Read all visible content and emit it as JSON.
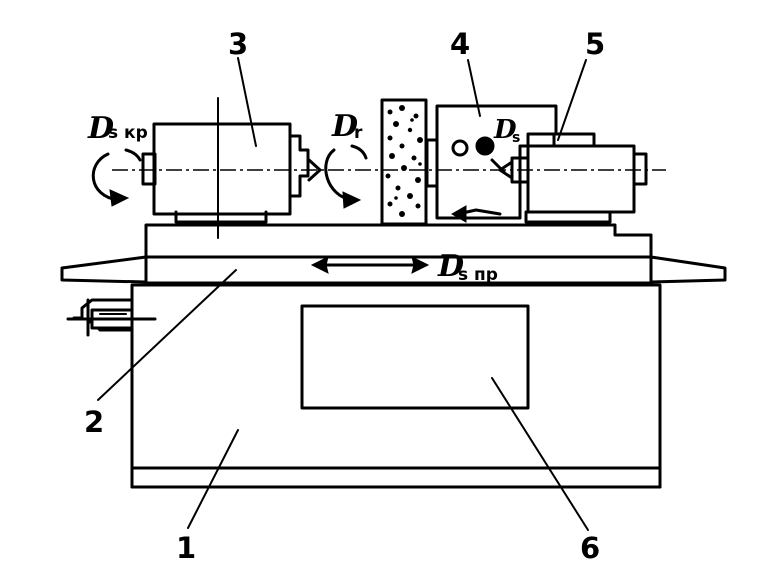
{
  "callouts": {
    "c1": "1",
    "c2": "2",
    "c3": "3",
    "c4": "4",
    "c5": "5",
    "c6": "6"
  },
  "motions": {
    "workpiece_rotation": {
      "symbol": "D",
      "subscript": "s кр"
    },
    "wheel_rotation": {
      "symbol": "D",
      "subscript": "r"
    },
    "table_feed": {
      "symbol": "D",
      "subscript": "s пр"
    },
    "cross_feed": {
      "symbol": "D",
      "subscript": "s"
    }
  }
}
